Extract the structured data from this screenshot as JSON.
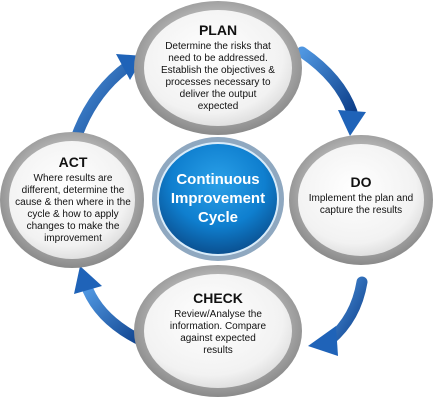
{
  "center": {
    "lines": [
      "Continuous",
      "Improvement",
      "Cycle"
    ]
  },
  "phases": {
    "plan": {
      "title": "PLAN",
      "lines": [
        "Determine the risks that",
        "need to be addressed.",
        "Establish the objectives &",
        "processes necessary to",
        "deliver the output",
        "expected"
      ]
    },
    "do": {
      "title": "DO",
      "lines": [
        "Implement the plan and",
        "capture the results"
      ]
    },
    "check": {
      "title": "CHECK",
      "lines": [
        "Review/Analyse the",
        "information.  Compare",
        "against expected",
        "results"
      ]
    },
    "act": {
      "title": "ACT",
      "lines": [
        "Where results are",
        "different, determine the",
        "cause & then where in the",
        "cycle & how to apply",
        "changes to make the",
        "improvement"
      ]
    }
  },
  "colors": {
    "arrow": "#1f63b8",
    "center_fill": "#0f7fcf",
    "ring": "#a9a9a9"
  }
}
